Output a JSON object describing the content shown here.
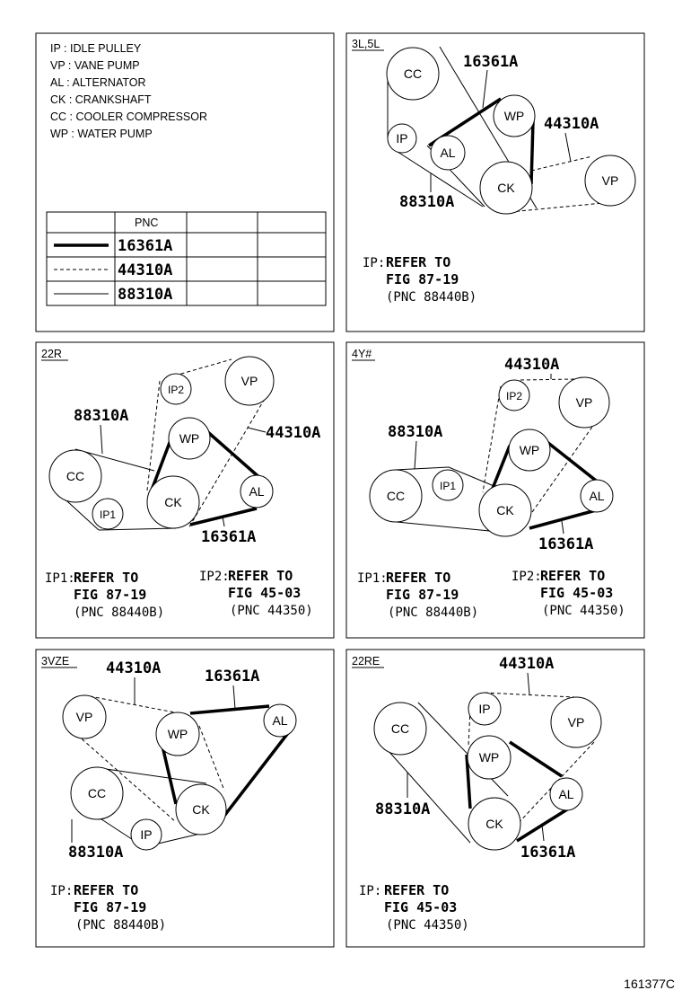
{
  "legend": {
    "abbreviations": [
      "IP : IDLE PULLEY",
      "VP : VANE PUMP",
      "AL : ALTERNATOR",
      "CK : CRANKSHAFT",
      "CC : COOLER COMPRESSOR",
      "WP : WATER PUMP"
    ],
    "table_header": "PNC",
    "table_rows": [
      "16361A",
      "44310A",
      "88310A"
    ]
  },
  "pulleys": {
    "ip": "IP",
    "ip1": "IP1",
    "ip2": "IP2",
    "vp": "VP",
    "al": "AL",
    "ck": "CK",
    "cc": "CC",
    "wp": "WP"
  },
  "parts": {
    "p16361": "16361A",
    "p44310": "44310A",
    "p88310": "88310A"
  },
  "panels": {
    "p1": {
      "tag": "3L,5L",
      "notes": [
        {
          "label": "IP:",
          "lines": [
            "REFER TO",
            "FIG 87-19",
            "(PNC 88440B)"
          ]
        }
      ]
    },
    "p2": {
      "tag": "22R",
      "notes": [
        {
          "label": "IP1:",
          "lines": [
            "REFER TO",
            "FIG 87-19",
            "(PNC 88440B)"
          ]
        },
        {
          "label": "IP2:",
          "lines": [
            "REFER TO",
            "FIG 45-03",
            "(PNC 44350)"
          ]
        }
      ]
    },
    "p3": {
      "tag": "4Y#",
      "notes": [
        {
          "label": "IP1:",
          "lines": [
            "REFER TO",
            "FIG 87-19",
            "(PNC 88440B)"
          ]
        },
        {
          "label": "IP2:",
          "lines": [
            "REFER TO",
            "FIG 45-03",
            "(PNC 44350)"
          ]
        }
      ]
    },
    "p4": {
      "tag": "3VZE",
      "notes": [
        {
          "label": "IP:",
          "lines": [
            "REFER TO",
            "FIG 87-19",
            "(PNC 88440B)"
          ]
        }
      ]
    },
    "p5": {
      "tag": "22RE",
      "notes": [
        {
          "label": "IP:",
          "lines": [
            "REFER TO",
            "FIG 45-03",
            "(PNC 44350)"
          ]
        }
      ]
    }
  },
  "footer": "161377C"
}
